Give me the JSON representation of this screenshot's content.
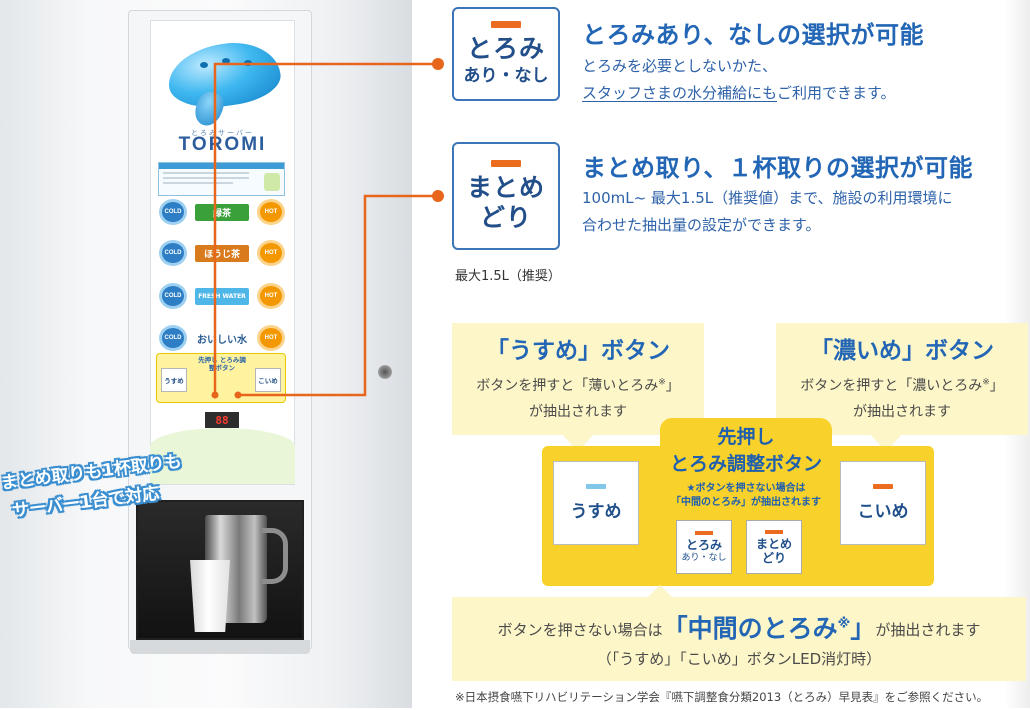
{
  "machine": {
    "logo_kana": "とろみサーバー",
    "logo_text": "TOROMI",
    "buttons": [
      {
        "cold": "COLD",
        "label": "緑茶",
        "hot": "HOT",
        "color": "#3aa13a"
      },
      {
        "cold": "COLD",
        "label": "ほうじ茶",
        "hot": "HOT",
        "color": "#d97a1c"
      },
      {
        "cold": "COLD",
        "label": "FRESH WATER",
        "hot": "HOT",
        "color": "#4fb6e8"
      },
      {
        "cold": "COLD",
        "label": "おいしい水",
        "hot": "HOT",
        "color": "transparent"
      }
    ],
    "pre_panel_title": "先押し とろみ調整ボタン",
    "pre_panel_left": "うすめ",
    "pre_panel_right": "こいめ",
    "display_value": "88",
    "slogan_line1": "まとめ取りも1杯取りも",
    "slogan_line2": "サーバー1台で対応"
  },
  "features": [
    {
      "icon_line1": "とろみ",
      "icon_line2": "あり・なし",
      "title": "とろみあり、なしの選択が可能",
      "text_line1": "とろみを必要としないかた、",
      "text_line2_underlined": "スタッフさまの水分補給にも",
      "text_line2_rest": "ご利用できます。"
    },
    {
      "icon_line1": "まとめ",
      "icon_line2": "どり",
      "title": "まとめ取り、１杯取りの選択が可能",
      "text_line1": "100mL~ 最大1.5L（推奨値）まで、施設の利用環境に",
      "text_line2": "合わせた抽出量の設定ができます。",
      "caption": "最大1.5L（推奨）"
    }
  ],
  "usume_bubble": {
    "title": "「うすめ」ボタン",
    "line1_pre": "ボタンを押すと「薄いとろみ",
    "mark": "※",
    "line1_post": "」",
    "line2": "が抽出されます"
  },
  "koime_bubble": {
    "title": "「濃いめ」ボタン",
    "line1_pre": "ボタンを押すと「濃いとろみ",
    "mark": "※",
    "line1_post": "」",
    "line2": "が抽出されます"
  },
  "pre_press": {
    "title_line1": "先押し",
    "title_line2": "とろみ調整ボタン",
    "note_line1": "★ボタンを押さない場合は",
    "note_line2": "「中間のとろみ」が抽出されます",
    "left_button": "うすめ",
    "right_button": "こいめ",
    "small_btn1_l1": "とろみ",
    "small_btn1_l2": "あり・なし",
    "small_btn2_l1": "まとめ",
    "small_btn2_l2": "どり",
    "colors": {
      "left_bar": "#7fc6ea",
      "right_bar": "#ec6c1f",
      "panel": "#f8d22b"
    }
  },
  "bottom": {
    "pre": "ボタンを押さない場合は",
    "big": "「中間のとろみ",
    "mark": "※",
    "big_close": "」",
    "post": "が抽出されます",
    "line2": "（「うすめ」「こいめ」ボタンLED消灯時）"
  },
  "footnote": "※日本摂食嚥下リハビリテーション学会『嚥下調整食分類2013（とろみ）早見表』をご参照ください。",
  "colors": {
    "accent_blue": "#2266b5",
    "connector_orange": "#e8661c",
    "bubble_bg": "#fdf6c8"
  }
}
